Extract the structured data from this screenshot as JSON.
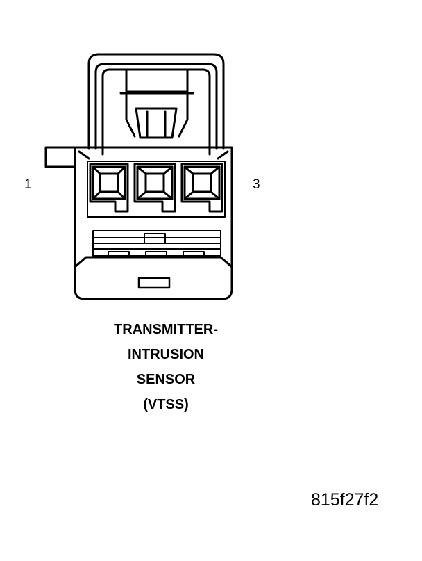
{
  "pin_labels": {
    "left": "1",
    "right": "3"
  },
  "caption": {
    "line1": "TRANSMITTER-",
    "line2": "INTRUSION",
    "line3": "SENSOR",
    "line4": "(VTSS)"
  },
  "figure_id": "815f27f2",
  "colors": {
    "stroke": "#000000",
    "background": "#ffffff"
  },
  "connector": {
    "cavity_count": 3
  }
}
